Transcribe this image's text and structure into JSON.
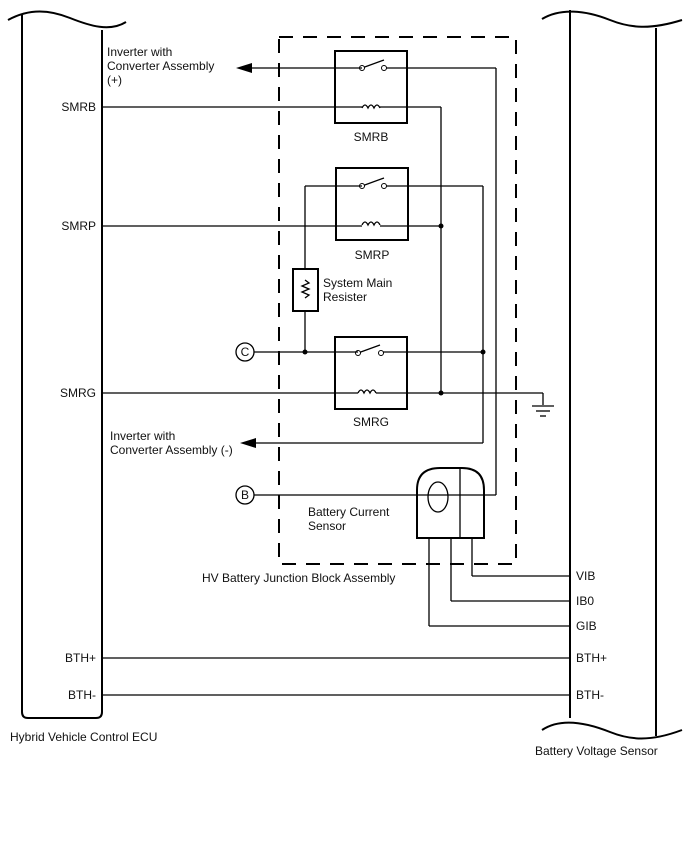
{
  "ecu": {
    "name": "Hybrid Vehicle Control ECU",
    "pins": {
      "smrb": "SMRB",
      "smrp": "SMRP",
      "smrg": "SMRG",
      "bth_plus": "BTH+",
      "bth_minus": "BTH-"
    }
  },
  "sensor": {
    "name": "Battery Voltage Sensor",
    "pins": {
      "vib": "VIB",
      "ib0": "IB0",
      "gib": "GIB",
      "bth_plus": "BTH+",
      "bth_minus": "BTH-"
    }
  },
  "junction": {
    "name": "HV Battery Junction Block Assembly"
  },
  "relays": {
    "smrb": "SMRB",
    "smrp": "SMRP",
    "smrg": "SMRG"
  },
  "resistor": {
    "line1": "System Main",
    "line2": "Resister"
  },
  "current_sensor": {
    "line1": "Battery Current",
    "line2": "Sensor"
  },
  "inverter_plus": {
    "line1": "Inverter with",
    "line2": "Converter Assembly",
    "line3": "(+)"
  },
  "inverter_minus": {
    "line1": "Inverter with",
    "line2": "Converter Assembly (-)"
  },
  "connectors": {
    "c": "C",
    "b": "B"
  }
}
